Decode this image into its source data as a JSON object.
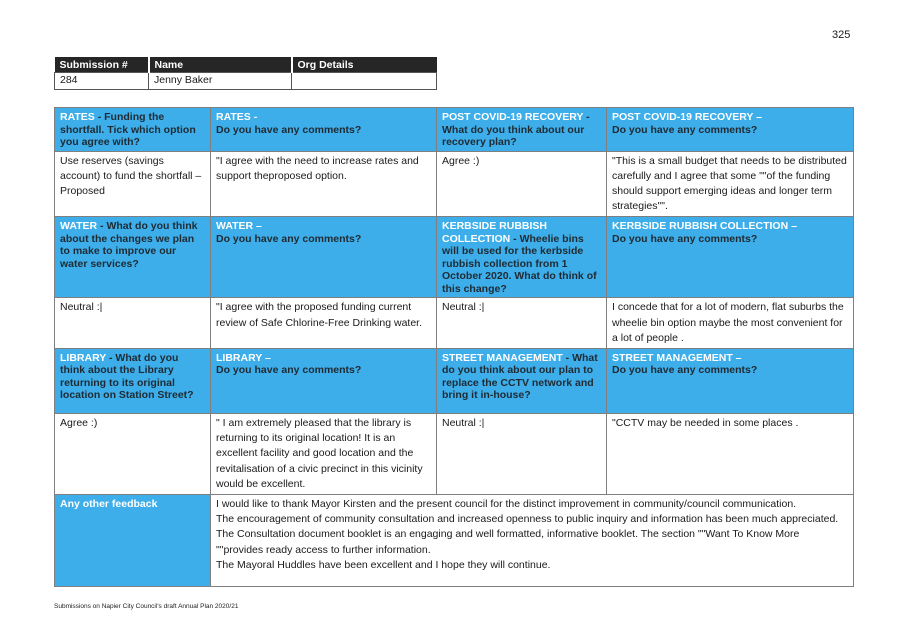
{
  "page_number": "325",
  "submission": {
    "headers": [
      "Submission #",
      "Name",
      "Org Details"
    ],
    "number": "284",
    "name": "Jenny Baker",
    "org_details": ""
  },
  "sections": {
    "rates_q": {
      "topic": "RATES",
      "question": " - Funding the shortfall. Tick which option you agree with?"
    },
    "rates_c": {
      "topic": "RATES -",
      "question": "Do you have any comments?"
    },
    "covid_q": {
      "topic": "POST COVID-19 RECOVERY",
      "question": " - What do you think about our recovery plan?"
    },
    "covid_c": {
      "topic": "POST COVID-19 RECOVERY –",
      "question": "Do you have any comments?"
    },
    "water_q": {
      "topic": "WATER",
      "question": " - What do you think about the changes we plan to make to improve our water services?"
    },
    "water_c": {
      "topic": "WATER –",
      "question": "Do you have any comments?"
    },
    "kerb_q": {
      "topic": "KERBSIDE RUBBISH COLLECTION",
      "question": " - Wheelie bins will be used for the kerbside rubbish collection from 1 October 2020. What do think of this change?"
    },
    "kerb_c": {
      "topic": "KERBSIDE RUBBISH COLLECTION –",
      "question": "Do you have any comments?"
    },
    "library_q": {
      "topic": "LIBRARY",
      "question": " - What do you think about the Library returning to its original location on Station Street?"
    },
    "library_c": {
      "topic": "LIBRARY –",
      "question": "Do you have any comments?"
    },
    "street_q": {
      "topic": "STREET MANAGEMENT",
      "question": " - What do you think about our plan to replace the CCTV network and bring it in-house?"
    },
    "street_c": {
      "topic": "STREET MANAGEMENT –",
      "question": "Do you have any comments?"
    },
    "other_feedback": "Any other feedback"
  },
  "answers": {
    "rates_option": "Use reserves (savings account) to fund the shortfall – Proposed",
    "rates_comment": "\"I agree with the need to increase rates and support theproposed option.",
    "covid_answer": "Agree :)",
    "covid_comment": "\"This is  a small budget that needs to be distributed carefully and I agree that some \"\"of the funding should support emerging ideas and longer term strategies\"\".",
    "water_answer": "Neutral :|",
    "water_comment": "\"I agree with the proposed funding  current review of Safe Chlorine-Free Drinking water.",
    "kerb_answer": "Neutral :|",
    "kerb_comment": "I concede that for a lot of modern, flat suburbs the wheelie bin option maybe the most convenient for a lot of people .",
    "library_answer": "Agree :)",
    "library_comment": "\" I am extremely pleased that the library is returning to its original location! It is an excellent facility and good location and the revitalisation of a civic precinct in this vicinity would be excellent.",
    "street_answer": "Neutral :|",
    "street_comment": "\"CCTV may be needed in some places .",
    "other_feedback_lines": [
      "I would like to thank Mayor Kirsten and the present council for the distinct improvement  in  community/council communication.",
      "The encouragement of community consultation and  increased openness to public inquiry  and information has been much appreciated.",
      "The Consultation document booklet is an engaging and well formatted, informative booklet.  The section \"\"Want To Know More \"\"provides ready access to further information.",
      "The Mayoral Huddles have been excellent and I hope they will continue."
    ]
  },
  "footer": "Submissions on Napier City Council's draft Annual Plan 2020/21",
  "colors": {
    "header_blue": "#3daee9",
    "question_text": "#1f2a33",
    "table_dark": "#262626"
  }
}
